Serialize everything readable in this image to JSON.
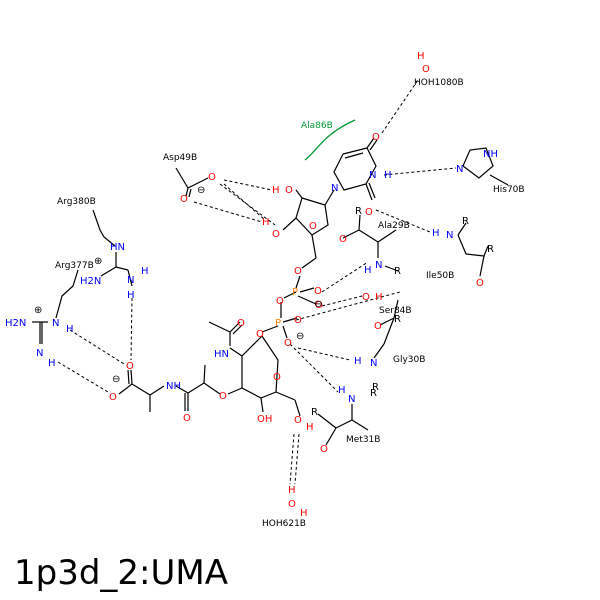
{
  "title": "1p3d_2:UMA",
  "colors": {
    "oxygen": "#ff0000",
    "nitrogen": "#0000ff",
    "phosphorus": "#ff8000",
    "hydrophobic": "#009933",
    "bond": "#000000"
  },
  "residues": {
    "hoh1080": "HOH1080B",
    "ala86": "Ala86B",
    "his70": "His70B",
    "asp49": "Asp49B",
    "arg380": "Arg380B",
    "arg377": "Arg377B",
    "ala29": "Ala29B",
    "ile50": "Ile50B",
    "ser84": "Ser84B",
    "gly30": "Gly30B",
    "met31": "Met31B",
    "hoh621": "HOH621B"
  },
  "atoms": {
    "O": "O",
    "N": "N",
    "P": "P",
    "H": "H",
    "R": "R",
    "OH": "OH",
    "NH": "NH",
    "H2N": "H2N",
    "HN": "HN"
  },
  "charges": {
    "plus": "⊕",
    "minus": "⊖"
  }
}
